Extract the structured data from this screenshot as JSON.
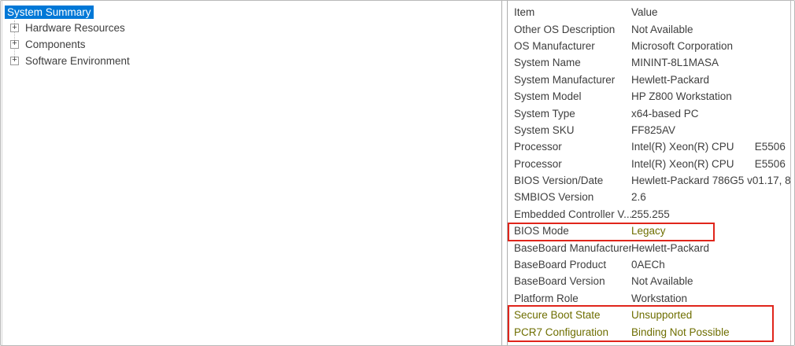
{
  "tree": {
    "items": [
      {
        "label": "System Summary",
        "selected": true
      },
      {
        "label": "Hardware Resources",
        "selected": false
      },
      {
        "label": "Components",
        "selected": false
      },
      {
        "label": "Software Environment",
        "selected": false
      }
    ]
  },
  "list": {
    "columns": {
      "item": "Item",
      "value": "Value"
    },
    "rows": [
      {
        "item": "Other OS Description",
        "value": "Not Available"
      },
      {
        "item": "OS Manufacturer",
        "value": "Microsoft Corporation"
      },
      {
        "item": "System Name",
        "value": "MININT-8L1MASA"
      },
      {
        "item": "System Manufacturer",
        "value": "Hewlett-Packard"
      },
      {
        "item": "System Model",
        "value": "HP Z800 Workstation"
      },
      {
        "item": "System Type",
        "value": "x64-based PC"
      },
      {
        "item": "System SKU",
        "value": "FF825AV"
      },
      {
        "item": "Processor",
        "value": "Intel(R) Xeon(R) CPU       E5506"
      },
      {
        "item": "Processor",
        "value": "Intel(R) Xeon(R) CPU       E5506"
      },
      {
        "item": "BIOS Version/Date",
        "value": "Hewlett-Packard 786G5 v01.17, 8/"
      },
      {
        "item": "SMBIOS Version",
        "value": "2.6"
      },
      {
        "item": "Embedded Controller V...",
        "value": "255.255"
      },
      {
        "item": "BIOS Mode",
        "value": "Legacy",
        "value_olive": true
      },
      {
        "item": "BaseBoard Manufacturer",
        "value": "Hewlett-Packard"
      },
      {
        "item": "BaseBoard Product",
        "value": "0AECh"
      },
      {
        "item": "BaseBoard Version",
        "value": "Not Available"
      },
      {
        "item": "Platform Role",
        "value": "Workstation"
      },
      {
        "item": "Secure Boot State",
        "value": "Unsupported",
        "item_olive": true,
        "value_olive": true
      },
      {
        "item": "PCR7 Configuration",
        "value": "Binding Not Possible",
        "item_olive": true,
        "value_olive": true
      }
    ]
  },
  "colors": {
    "selection_blue": "#0078d7",
    "highlight_olive": "#6e6e00",
    "annotation_red": "#e0251b"
  }
}
